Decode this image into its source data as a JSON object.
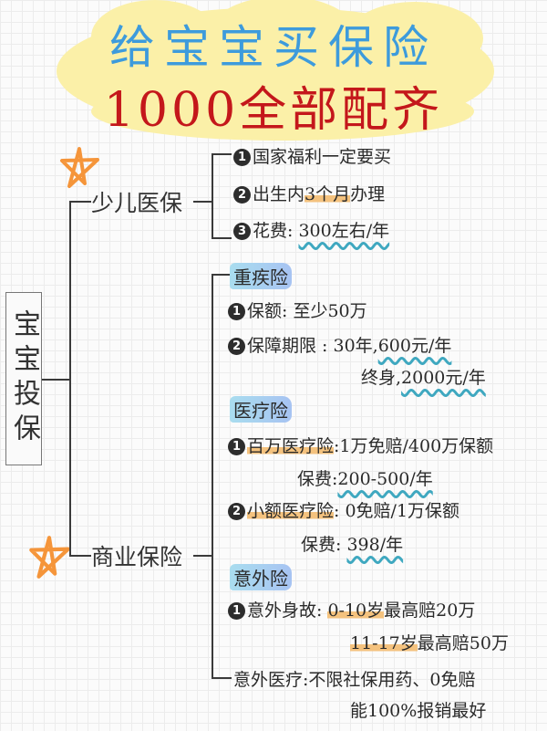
{
  "title": {
    "line1": "给宝宝买保险",
    "line2": "1000全部配齐",
    "colors": {
      "line1": "#3d9bdc",
      "line2": "#c4171b",
      "cloud": "#fbf0a8"
    }
  },
  "root": {
    "label": "宝宝投保"
  },
  "branches": [
    {
      "label": "少儿医保",
      "items": [
        {
          "num": "1",
          "text": "国家福利一定要买"
        },
        {
          "num": "2",
          "pre": "出生内",
          "highlight": "3个月",
          "post": "办理"
        },
        {
          "num": "3",
          "pre": "花费:  ",
          "wavy": "300左右/年"
        }
      ]
    },
    {
      "label": "商业保险",
      "sections": [
        {
          "label": "重疾险",
          "items": [
            {
              "num": "1",
              "text": "保额:  至少50万"
            },
            {
              "num": "2",
              "pre": "保障期限 : 30年,",
              "wavy": "600元/年"
            },
            {
              "pre": "终身,",
              "wavy": "2000元/年"
            }
          ]
        },
        {
          "label": "医疗险",
          "items": [
            {
              "num": "1",
              "highlight": "百万医疗险",
              "post": ":1万免赔/400万保额"
            },
            {
              "pre": "保费:",
              "wavy": "200-500/年"
            },
            {
              "num": "2",
              "highlight": "小额医疗险",
              "post": ":  0免赔/1万保额"
            },
            {
              "pre": "保费:  ",
              "wavy": "398/年"
            }
          ]
        },
        {
          "label": "意外险",
          "items": [
            {
              "num": "1",
              "pre": "意外身故:  ",
              "highlight": "0-10岁",
              "post": "最高赔20万"
            },
            {
              "highlight": "11-17岁",
              "post": "最高赔50万"
            },
            {
              "text": "意外医疗:不限社保用药、0免赔"
            },
            {
              "text": "能100%报销最好"
            }
          ]
        }
      ]
    }
  ],
  "decorations": {
    "star_icon": "star-icon",
    "star_color": "#f5953a",
    "wavy_color": "#3fa8c0",
    "highlight_color": "#f4c27e"
  }
}
